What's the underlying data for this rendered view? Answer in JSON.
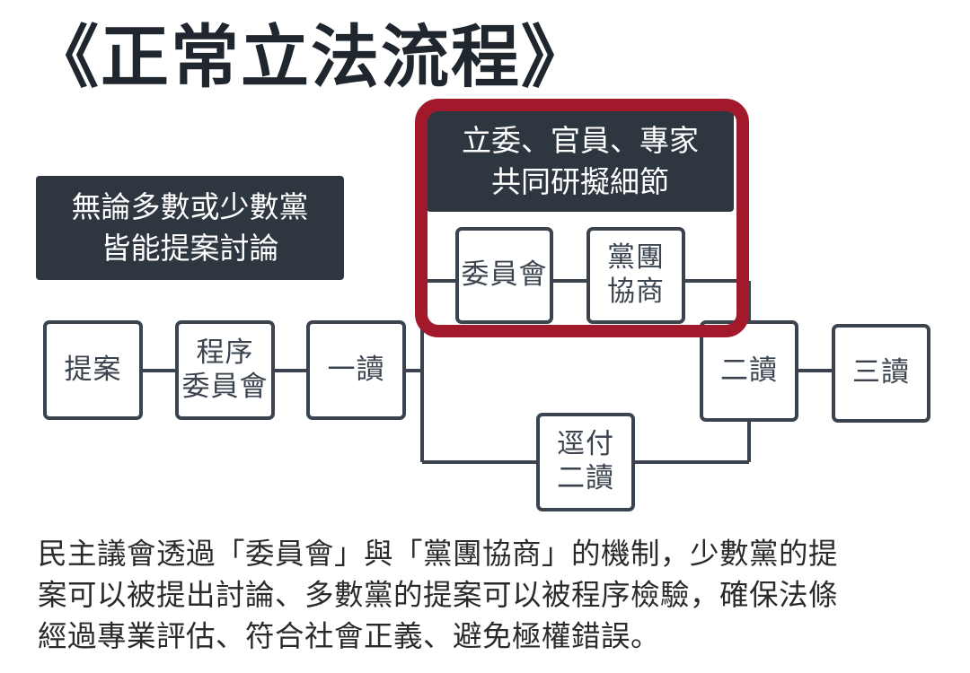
{
  "title": "《正常立法流程》",
  "note_left": [
    "無論多數或少數黨",
    "皆能提案討論"
  ],
  "note_top": [
    "立委、官員、專家",
    "共同研擬細節"
  ],
  "nodes": {
    "proposal": [
      "提案"
    ],
    "procedure_committee": [
      "程序",
      "委員會"
    ],
    "first_reading": [
      "一讀"
    ],
    "committee": [
      "委員會"
    ],
    "caucus_negotiation": [
      "黨團",
      "協商"
    ],
    "direct_second_reading": [
      "逕付",
      "二讀"
    ],
    "second_reading": [
      "二讀"
    ],
    "third_reading": [
      "三讀"
    ]
  },
  "description": [
    "民主議會透過「委員會」與「黨團協商」的機制，少數黨的提",
    "案可以被提出討論、多數黨的提案可以被程序檢驗，確保法條",
    "經過專業評估、符合社會正義、避免極權錯誤。"
  ],
  "colors": {
    "box_border": "#3a434e",
    "note_bg": "#2e3640",
    "highlight": "#a3192c"
  }
}
